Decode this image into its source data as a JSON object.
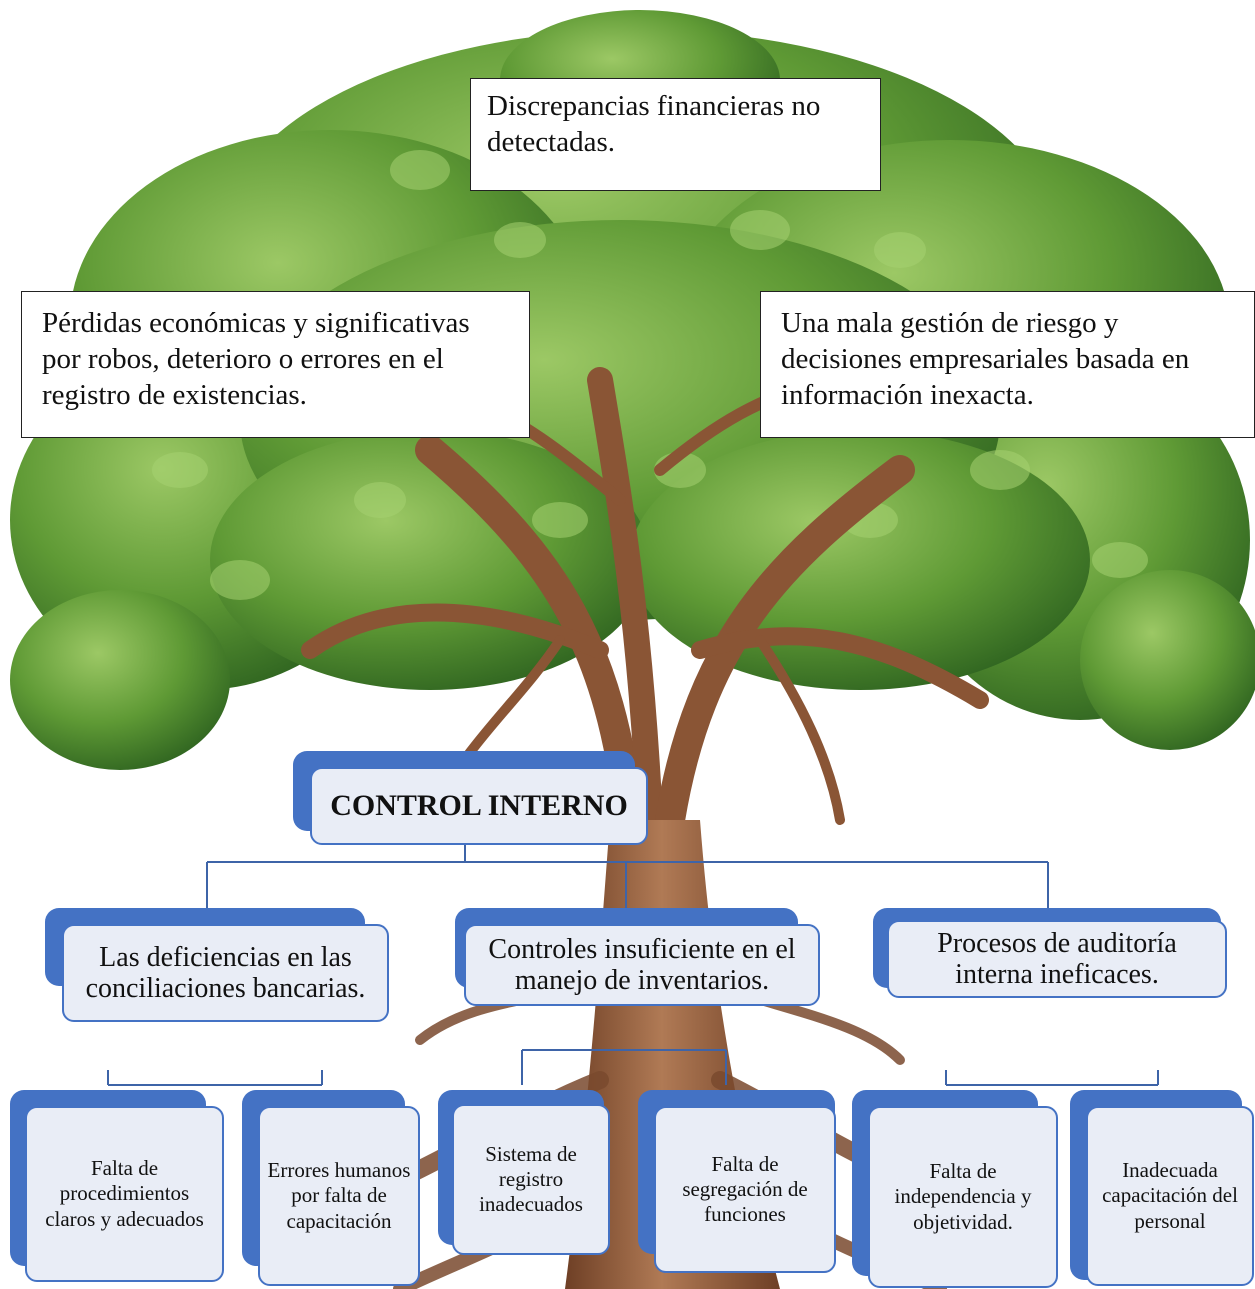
{
  "effects": {
    "top": "Discrepancias financieras no detectadas.",
    "left": "Pérdidas económicas y significativas por robos, deterioro o errores en el registro de existencias.",
    "right": "Una mala gestión de riesgo y decisiones empresariales basada en información inexacta."
  },
  "root": {
    "label": "CONTROL INTERNO"
  },
  "branches": [
    {
      "label": "Las deficiencias en las conciliaciones bancarias.",
      "children": [
        "Falta de procedimientos claros y adecuados",
        "Errores humanos por falta de capacitación"
      ]
    },
    {
      "label": "Controles insuficiente en el manejo de inventarios.",
      "children": [
        "Sistema de registro inadecuados",
        "Falta de segregación de funciones"
      ]
    },
    {
      "label": "Procesos de auditoría interna ineficaces.",
      "children": [
        "Falta de independencia y objetividad.",
        "Inadecuada capacitación del personal"
      ]
    }
  ],
  "colors": {
    "accent": "#4472c4",
    "card_fill": "#e9edf6",
    "foliage": "#5f9a35",
    "trunk": "#8a5535"
  }
}
